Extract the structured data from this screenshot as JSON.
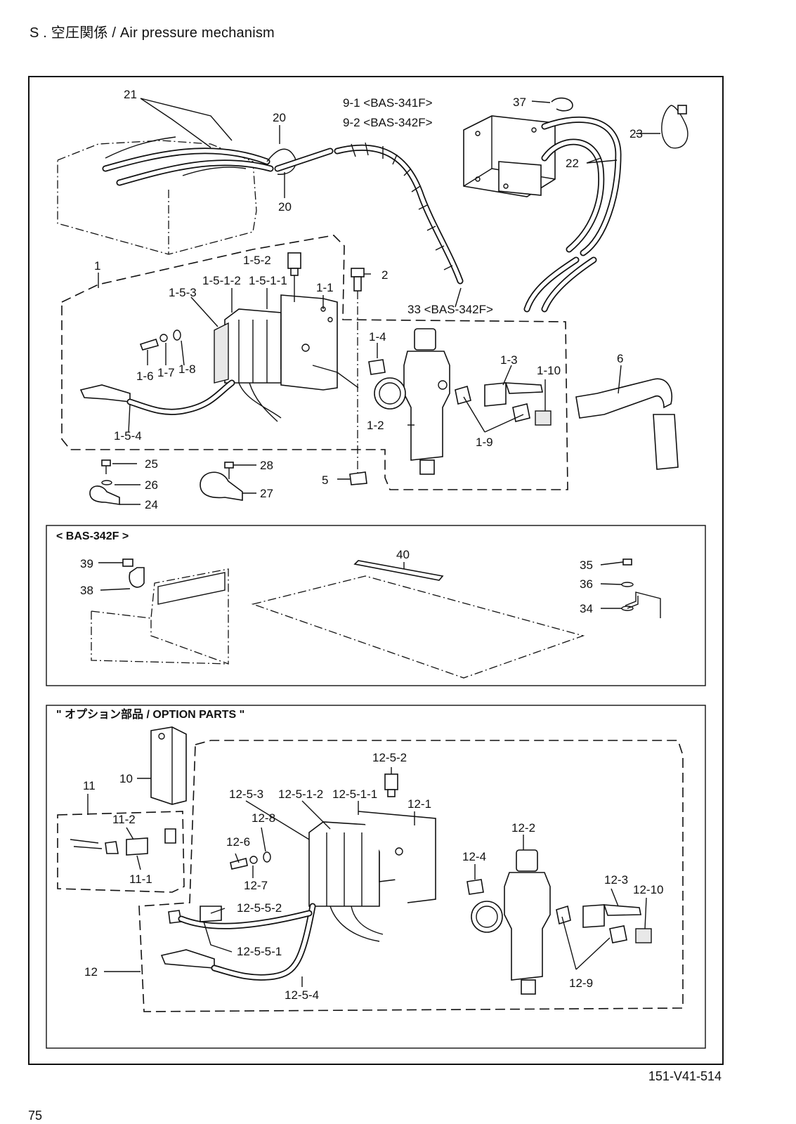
{
  "header": {
    "title": "S . 空圧関係 / Air pressure mechanism"
  },
  "sections": {
    "bas342f": "< BAS-342F >",
    "option": "\" オプション部品 / OPTION PARTS \""
  },
  "labels": {
    "l21": "21",
    "l20a": "20",
    "l20b": "20",
    "l9_1": "9-1 <BAS-341F>",
    "l9_2": "9-2 <BAS-342F>",
    "l37": "37",
    "l23": "23",
    "l22": "22",
    "l1": "1",
    "l1_5_2": "1-5-2",
    "l2": "2",
    "l1_5_1_2": "1-5-1-2",
    "l1_5_1_1": "1-5-1-1",
    "l1_1": "1-1",
    "l1_5_3": "1-5-3",
    "l33": "33 <BAS-342F>",
    "l1_4": "1-4",
    "l1_3": "1-3",
    "l1_10": "1-10",
    "l6": "6",
    "l1_6": "1-6",
    "l1_7": "1-7",
    "l1_8": "1-8",
    "l1_2": "1-2",
    "l1_9": "1-9",
    "l1_5_4": "1-5-4",
    "l25": "25",
    "l26": "26",
    "l24": "24",
    "l28": "28",
    "l27": "27",
    "l5": "5",
    "l40": "40",
    "l39": "39",
    "l38": "38",
    "l35": "35",
    "l36": "36",
    "l34": "34",
    "l10": "10",
    "l11": "11",
    "l11_2": "11-2",
    "l11_1": "11-1",
    "l12_5_2": "12-5-2",
    "l12_5_3": "12-5-3",
    "l12_5_1_2": "12-5-1-2",
    "l12_5_1_1": "12-5-1-1",
    "l12_1": "12-1",
    "l12_2": "12-2",
    "l12_6": "12-6",
    "l12_8": "12-8",
    "l12_7": "12-7",
    "l12_4": "12-4",
    "l12_3": "12-3",
    "l12_10": "12-10",
    "l12_5_5_2": "12-5-5-2",
    "l12_5_5_1": "12-5-5-1",
    "l12": "12",
    "l12_9": "12-9",
    "l12_5_4": "12-5-4"
  },
  "footer": {
    "code": "151-V41-514",
    "page_number": "75"
  }
}
